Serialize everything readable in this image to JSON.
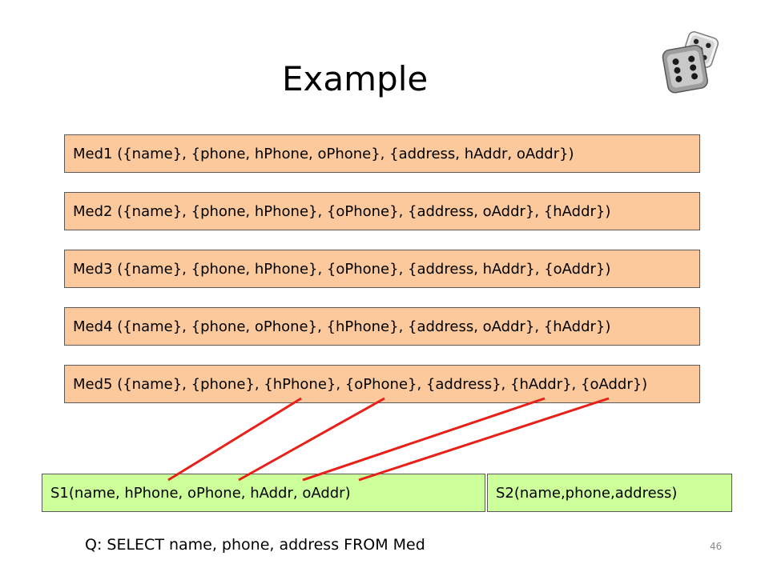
{
  "slide": {
    "title": "Example",
    "page_number": "46",
    "query": "Q: SELECT name, phone, address FROM Med",
    "decoration_icon": "dice-icon"
  },
  "mediators": [
    "Med1 ({name}, {phone, hPhone, oPhone}, {address, hAddr, oAddr})",
    "Med2 ({name}, {phone, hPhone}, {oPhone}, {address, oAddr}, {hAddr})",
    "Med3 ({name}, {phone, hPhone}, {oPhone}, {address, hAddr}, {oAddr})",
    "Med4 ({name}, {phone, oPhone}, {hPhone}, {address, oAddr}, {hAddr})",
    "Med5 ({name}, {phone}, {hPhone}, {oPhone}, {address}, {hAddr}, {oAddr})"
  ],
  "sources": [
    "S1(name, hPhone, oPhone, hAddr, oAddr)",
    "S2(name,phone,address)"
  ],
  "colors": {
    "mediator_fill": "#fbc99b",
    "source_fill": "#ccff99",
    "connector": "#e8201a"
  }
}
